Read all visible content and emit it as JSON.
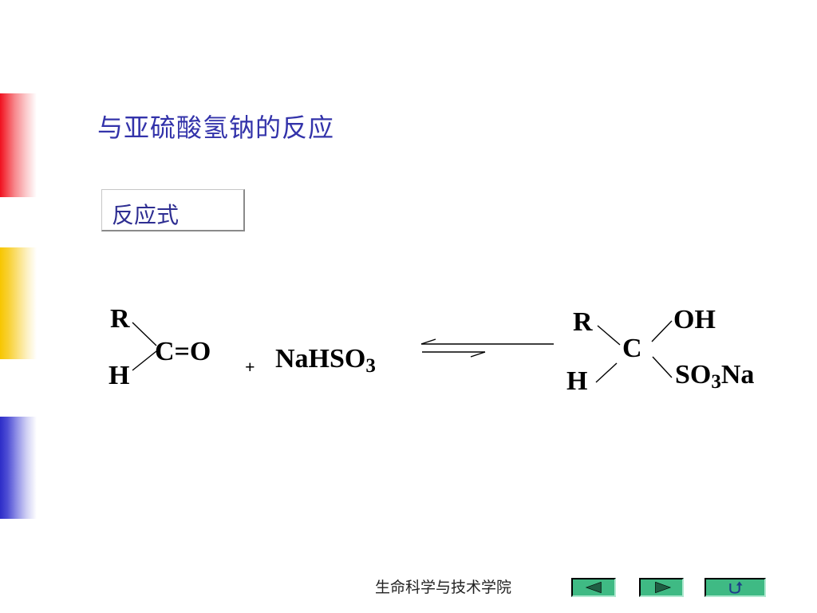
{
  "slide": {
    "title": "与亚硫酸氢钠的反应",
    "section_label": "反应式"
  },
  "reaction": {
    "reactant_R": "R",
    "reactant_H": "H",
    "reactant_carbonyl": "C=O",
    "plus": "+",
    "reagent_main": "NaHSO",
    "reagent_sub": "3",
    "product_R": "R",
    "product_H": "H",
    "product_C": "C",
    "product_OH": "OH",
    "product_SO": "SO",
    "product_sub": "3",
    "product_Na": "Na",
    "arrow": "equilibrium"
  },
  "footer": {
    "institution": "生命科学与技术学院"
  },
  "nav": {
    "prev_icon": "left-triangle-icon",
    "next_icon": "right-triangle-icon",
    "return_icon": "return-arrow-icon"
  },
  "colors": {
    "title": "#3333aa",
    "section_label": "#2e2e92",
    "stripe_red": "#f0101e",
    "stripe_yellow": "#f7c600",
    "stripe_blue": "#2c2cc8",
    "nav_button": "#3fba84"
  }
}
